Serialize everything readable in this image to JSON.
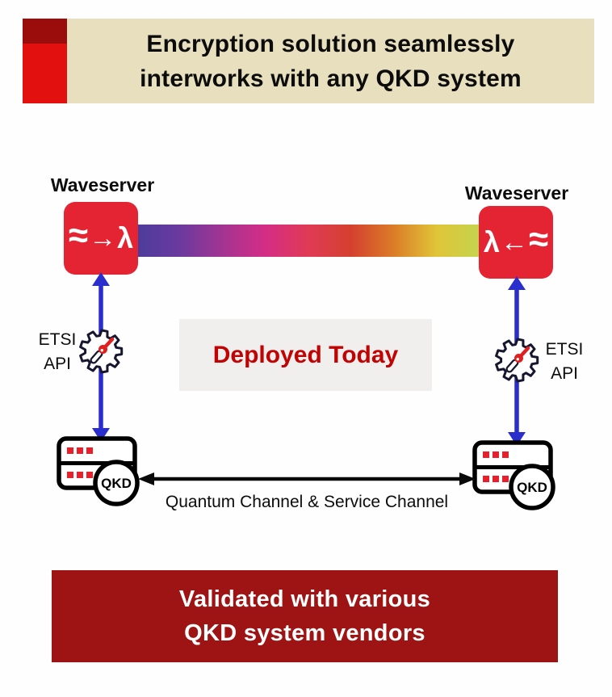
{
  "colors": {
    "banner-beige": "#e7dfbd",
    "stripe-red": "#e2100f",
    "stripe-dark-red": "#9b0c0c",
    "node-red": "#e42433",
    "arrow-blue": "#2a2ecc",
    "deployed-bg": "#f0efee",
    "deployed-text": "#c00404",
    "footer-red": "#9e1414",
    "key-red": "#e02020",
    "server-dot-red": "#e8202c"
  },
  "spectrum_gradient": [
    "#4c3c9c",
    "#6b3a9e",
    "#a33492",
    "#d42d86",
    "#e03a55",
    "#d4402f",
    "#db7c28",
    "#e0c438",
    "#c5d44e"
  ],
  "header": {
    "line1": "Encryption solution seamlessly",
    "line2": "interworks with any QKD system"
  },
  "left_waveserver": {
    "label": "Waveserver",
    "wave": "≈",
    "arrow": "→",
    "lambda": "λ"
  },
  "right_waveserver": {
    "label": "Waveserver",
    "lambda": "λ",
    "arrow": "←",
    "wave": "≈"
  },
  "left_api": {
    "line1": "ETSI",
    "line2": "API"
  },
  "right_api": {
    "line1": "ETSI",
    "line2": "API"
  },
  "deployed": {
    "label": "Deployed Today"
  },
  "left_qkd": {
    "label": "QKD"
  },
  "right_qkd": {
    "label": "QKD"
  },
  "channel": {
    "label": "Quantum Channel & Service Channel"
  },
  "footer": {
    "line1": "Validated with various",
    "line2": "QKD system vendors"
  }
}
